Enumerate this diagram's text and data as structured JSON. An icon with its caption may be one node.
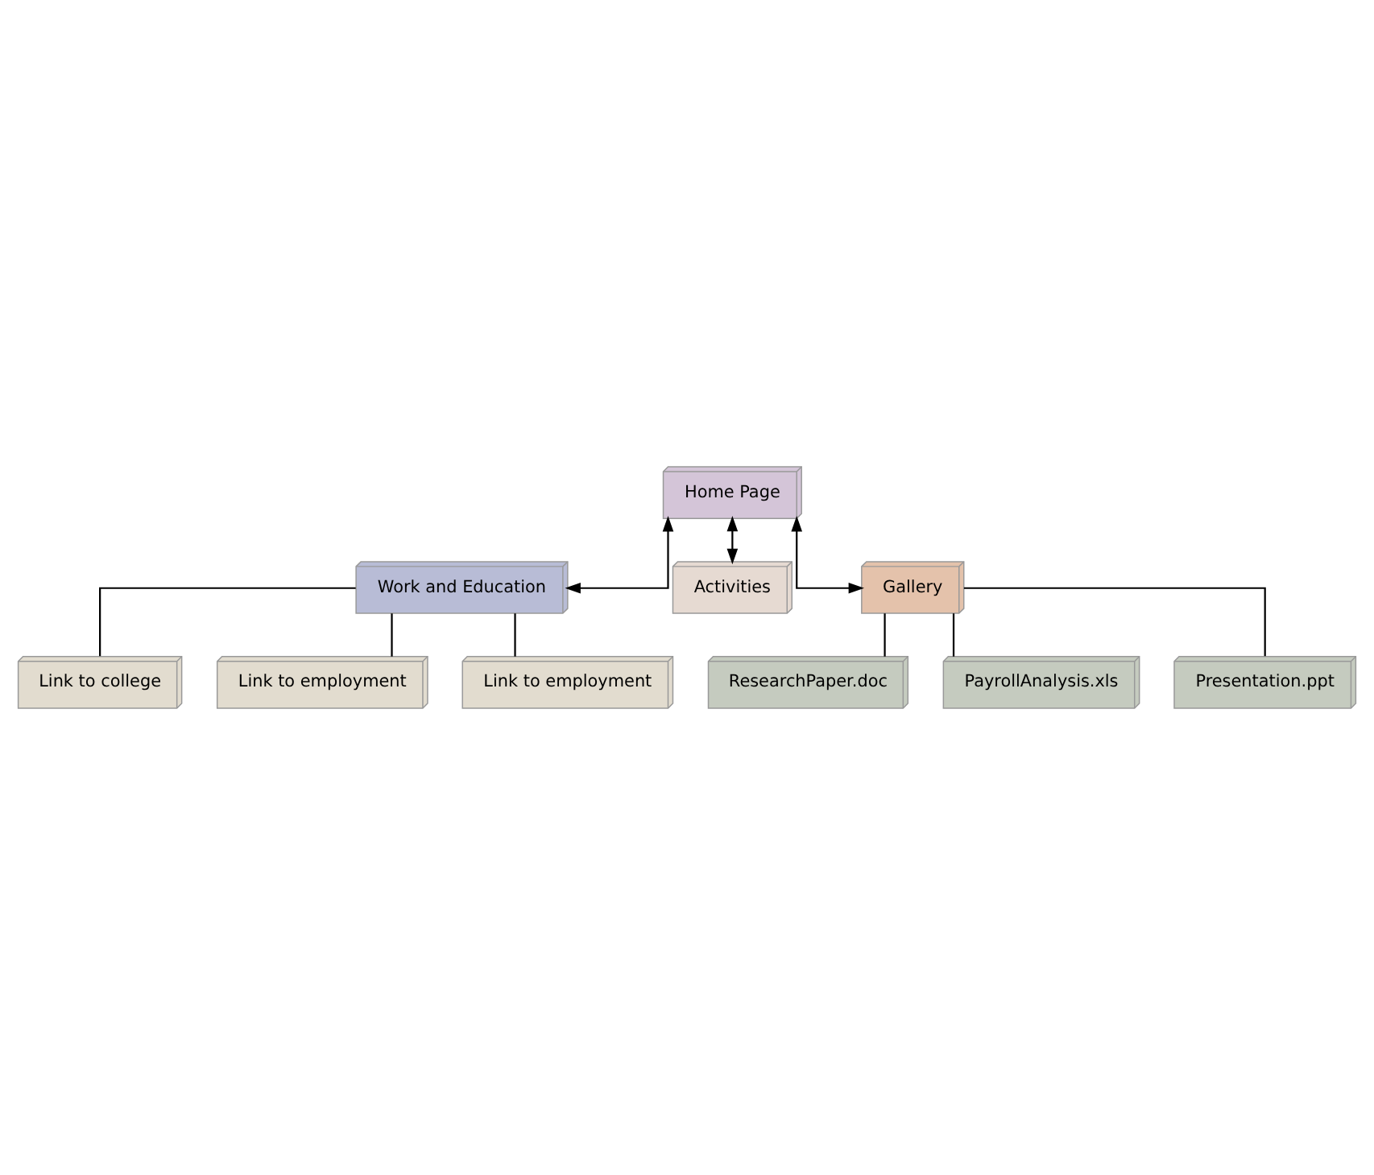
{
  "diagram": {
    "nodes": [
      {
        "text": [
          "Home Page"
        ]
      },
      {
        "text": [
          "Work and Education"
        ]
      },
      {
        "text": [
          "Activities"
        ]
      },
      {
        "text": [
          "Gallery"
        ]
      },
      {
        "text": [
          "Link to college"
        ]
      },
      {
        "text": [
          "Link to employment"
        ]
      },
      {
        "text": [
          "Link to employment"
        ]
      },
      {
        "text": [
          "ResearchPaper.doc"
        ]
      },
      {
        "text": [
          "PayrollAnalysis.xls"
        ]
      },
      {
        "text": [
          "Presentation.ppt"
        ]
      }
    ],
    "edges": [
      {
        "from": 0,
        "to": 1,
        "arrow": "both"
      },
      {
        "from": 0,
        "to": 2,
        "arrow": "both"
      },
      {
        "from": 0,
        "to": 3,
        "arrow": "both"
      },
      {
        "from": 1,
        "to": 4,
        "arrow": "none"
      },
      {
        "from": 1,
        "to": 5,
        "arrow": "none"
      },
      {
        "from": 1,
        "to": 6,
        "arrow": "none"
      },
      {
        "from": 3,
        "to": 7,
        "arrow": "none"
      },
      {
        "from": 3,
        "to": 8,
        "arrow": "none"
      },
      {
        "from": 3,
        "to": 9,
        "arrow": "none"
      }
    ]
  }
}
